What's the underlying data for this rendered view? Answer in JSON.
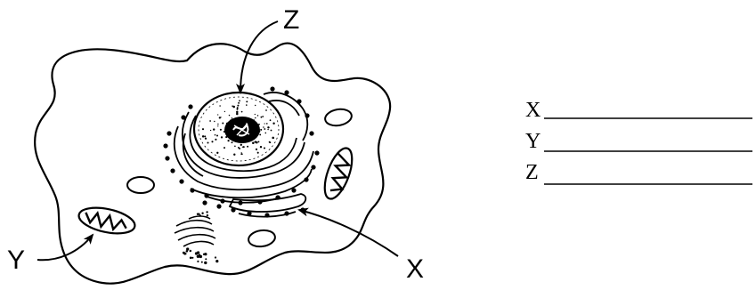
{
  "diagram": {
    "pointer_labels": {
      "z": "Z",
      "y": "Y",
      "x": "X"
    },
    "answer_lines": [
      {
        "label": "X"
      },
      {
        "label": "Y"
      },
      {
        "label": "Z"
      }
    ]
  }
}
